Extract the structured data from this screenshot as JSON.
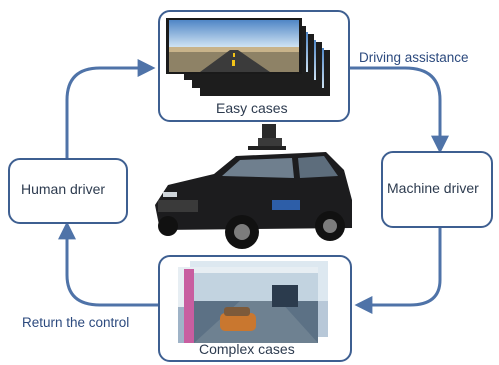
{
  "nodes": {
    "easy": "Easy cases",
    "machine": "Machine driver",
    "complex": "Complex cases",
    "human": "Human driver"
  },
  "edges": {
    "to_machine": "Driving assistance",
    "to_human": "Return the control"
  },
  "colors": {
    "stroke": "#3e5f91",
    "arrow": "#4f73a8",
    "text": "#2c4a7e"
  }
}
